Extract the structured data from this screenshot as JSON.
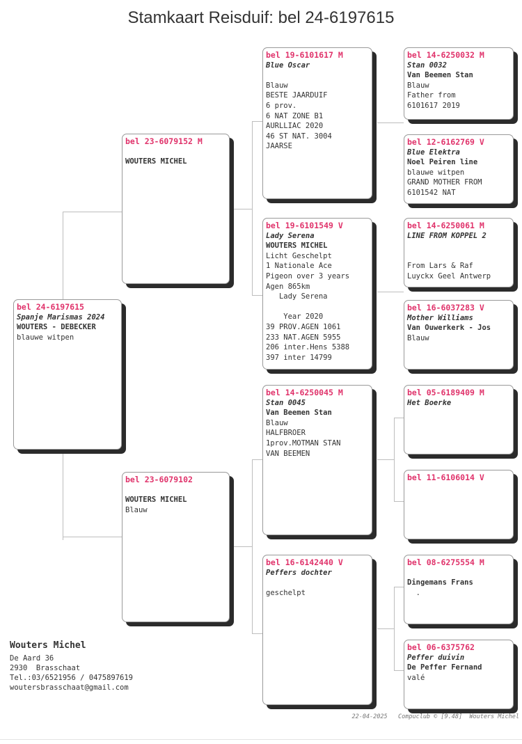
{
  "title": "Stamkaart Reisduif: bel 24-6197615",
  "cards": {
    "g0": {
      "ring": "bel 24-6197615",
      "lines": [
        {
          "t": "Spanje Marismas 2024",
          "s": "name"
        },
        {
          "t": "WOUTERS - DEBECKER",
          "s": "owner"
        },
        {
          "t": "blauwe witpen",
          "s": "line"
        }
      ]
    },
    "g1a": {
      "ring": "bel 23-6079152 M",
      "lines": [
        {
          "t": "",
          "s": "line"
        },
        {
          "t": "WOUTERS MICHEL",
          "s": "owner"
        }
      ]
    },
    "g1b": {
      "ring": "bel 23-6079102",
      "lines": [
        {
          "t": "",
          "s": "line"
        },
        {
          "t": "WOUTERS MICHEL",
          "s": "owner"
        },
        {
          "t": "Blauw",
          "s": "line"
        }
      ]
    },
    "g2a": {
      "ring": "bel 19-6101617 M",
      "lines": [
        {
          "t": "Blue Oscar",
          "s": "name"
        },
        {
          "t": "",
          "s": "line"
        },
        {
          "t": "Blauw",
          "s": "line"
        },
        {
          "t": "BESTE JAARDUIF",
          "s": "line"
        },
        {
          "t": "6 prov.",
          "s": "line"
        },
        {
          "t": "6 NAT ZONE B1",
          "s": "line"
        },
        {
          "t": "AURLLIAC 2020",
          "s": "line"
        },
        {
          "t": "46 ST NAT. 3004",
          "s": "line"
        },
        {
          "t": "JAARSE",
          "s": "line"
        }
      ]
    },
    "g2b": {
      "ring": "bel 19-6101549 V",
      "lines": [
        {
          "t": "Lady Serena",
          "s": "name"
        },
        {
          "t": "WOUTERS MICHEL",
          "s": "owner"
        },
        {
          "t": "Licht Geschelpt",
          "s": "line"
        },
        {
          "t": "1 Nationale Ace",
          "s": "line"
        },
        {
          "t": "Pigeon over 3 years",
          "s": "line"
        },
        {
          "t": "Agen 865km",
          "s": "line"
        },
        {
          "t": "   Lady Serena",
          "s": "line"
        },
        {
          "t": "",
          "s": "line"
        },
        {
          "t": "    Year 2020",
          "s": "line"
        },
        {
          "t": "39 PROV.AGEN 1061",
          "s": "line"
        },
        {
          "t": "233 NAT.AGEN 5955",
          "s": "line"
        },
        {
          "t": "206 inter.Hens 5388",
          "s": "line"
        },
        {
          "t": "397 inter 14799",
          "s": "line"
        }
      ]
    },
    "g2c": {
      "ring": "bel 14-6250045 M",
      "lines": [
        {
          "t": "Stan 0045",
          "s": "name"
        },
        {
          "t": "Van Beemen Stan",
          "s": "owner"
        },
        {
          "t": "Blauw",
          "s": "line"
        },
        {
          "t": "HALFBROER",
          "s": "line"
        },
        {
          "t": "1prov.MOTMAN STAN",
          "s": "line"
        },
        {
          "t": "VAN BEEMEN",
          "s": "line"
        }
      ]
    },
    "g2d": {
      "ring": "bel 16-6142440 V",
      "lines": [
        {
          "t": "Peffers dochter",
          "s": "name"
        },
        {
          "t": "",
          "s": "line"
        },
        {
          "t": "geschelpt",
          "s": "line"
        }
      ]
    },
    "g3a": {
      "ring": "bel 14-6250032 M",
      "lines": [
        {
          "t": "Stan 0032",
          "s": "name"
        },
        {
          "t": "Van Beemen Stan",
          "s": "owner"
        },
        {
          "t": "Blauw",
          "s": "line"
        },
        {
          "t": "Father from",
          "s": "line"
        },
        {
          "t": "6101617 2019",
          "s": "line"
        }
      ]
    },
    "g3b": {
      "ring": "bel 12-6162769 V",
      "lines": [
        {
          "t": "Blue Elektra",
          "s": "name"
        },
        {
          "t": "Noel Peiren line",
          "s": "owner"
        },
        {
          "t": "blauwe witpen",
          "s": "line"
        },
        {
          "t": "GRAND MOTHER FROM",
          "s": "line"
        },
        {
          "t": "6101542 NAT",
          "s": "line"
        }
      ]
    },
    "g3c": {
      "ring": "bel 14-6250061 M",
      "lines": [
        {
          "t": "LINE FROM KOPPEL 2",
          "s": "name"
        },
        {
          "t": "",
          "s": "line"
        },
        {
          "t": "",
          "s": "line"
        },
        {
          "t": "From Lars & Raf",
          "s": "line"
        },
        {
          "t": "Luyckx Geel Antwerp",
          "s": "line"
        }
      ]
    },
    "g3d": {
      "ring": "bel 16-6037283 V",
      "lines": [
        {
          "t": "Mother Williams",
          "s": "name"
        },
        {
          "t": "Van Ouwerkerk - Jos",
          "s": "owner"
        },
        {
          "t": "Blauw",
          "s": "line"
        }
      ]
    },
    "g3e": {
      "ring": "bel 05-6189409 M",
      "lines": [
        {
          "t": "Het Boerke",
          "s": "name"
        }
      ]
    },
    "g3f": {
      "ring": "bel 11-6106014 V",
      "lines": []
    },
    "g3g": {
      "ring": "bel 08-6275554 M",
      "lines": [
        {
          "t": "",
          "s": "line"
        },
        {
          "t": "Dingemans Frans",
          "s": "owner"
        },
        {
          "t": "  .",
          "s": "line"
        }
      ]
    },
    "g3h": {
      "ring": "bel 06-6375762",
      "lines": [
        {
          "t": "Peffer duivin",
          "s": "name"
        },
        {
          "t": "De Peffer Fernand",
          "s": "owner"
        },
        {
          "t": "valé",
          "s": "line"
        }
      ]
    }
  },
  "footer": {
    "owner": "Wouters Michel",
    "address": "De Aard 36",
    "city": "2930  Brasschaat",
    "phone": "Tel.:03/6521956 / 0475897619",
    "email": "woutersbrasschaat@gmail.com",
    "note": "22-04-2025   Compuclub © [9.48]  Wouters Michel"
  },
  "colors": {
    "ring": "#e0336b",
    "shadow": "#2b2b2b",
    "connector": "#bdbdbd"
  }
}
